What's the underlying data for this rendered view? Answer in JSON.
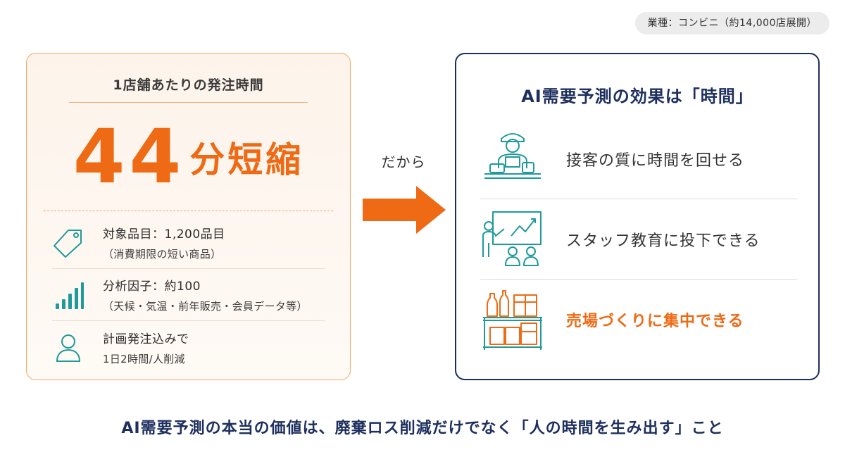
{
  "industry_badge": "業種：コンビニ（約14,000店展開）",
  "left": {
    "heading": "1店舗あたりの発注時間",
    "result_number": "44",
    "result_unit": "分短縮",
    "facts": [
      {
        "icon": "tag-icon",
        "main": "対象品目：1,200品目",
        "sub": "（消費期限の短い商品）"
      },
      {
        "icon": "bar-chart-icon",
        "main": "分析因子：約100",
        "sub": "（天候・気温・前年販売・会員データ等）"
      },
      {
        "icon": "person-icon",
        "main": "計画発注込みで",
        "sub": "1日2時間/人削減"
      }
    ]
  },
  "middle": {
    "therefore": "だから",
    "arrow_icon": "right-arrow-icon"
  },
  "right": {
    "heading": "AI需要予測の効果は「時間」",
    "effects": [
      {
        "icon": "clerk-at-register-icon",
        "label": "接客の質に時間を回せる",
        "highlight": false
      },
      {
        "icon": "staff-training-icon",
        "label": "スタッフ教育に投下できる",
        "highlight": false
      },
      {
        "icon": "store-shelf-icon",
        "label": "売場づくりに集中できる",
        "highlight": true
      }
    ]
  },
  "bottom_message": "AI需要予測の本当の価値は、廃棄ロス削減だけでなく「人の時間を生み出す」こと",
  "colors": {
    "orange": "#ee6a14",
    "navy": "#1d2f5e",
    "teal": "#1f9a9a",
    "light_orange_bg": "#fdf3ea"
  }
}
